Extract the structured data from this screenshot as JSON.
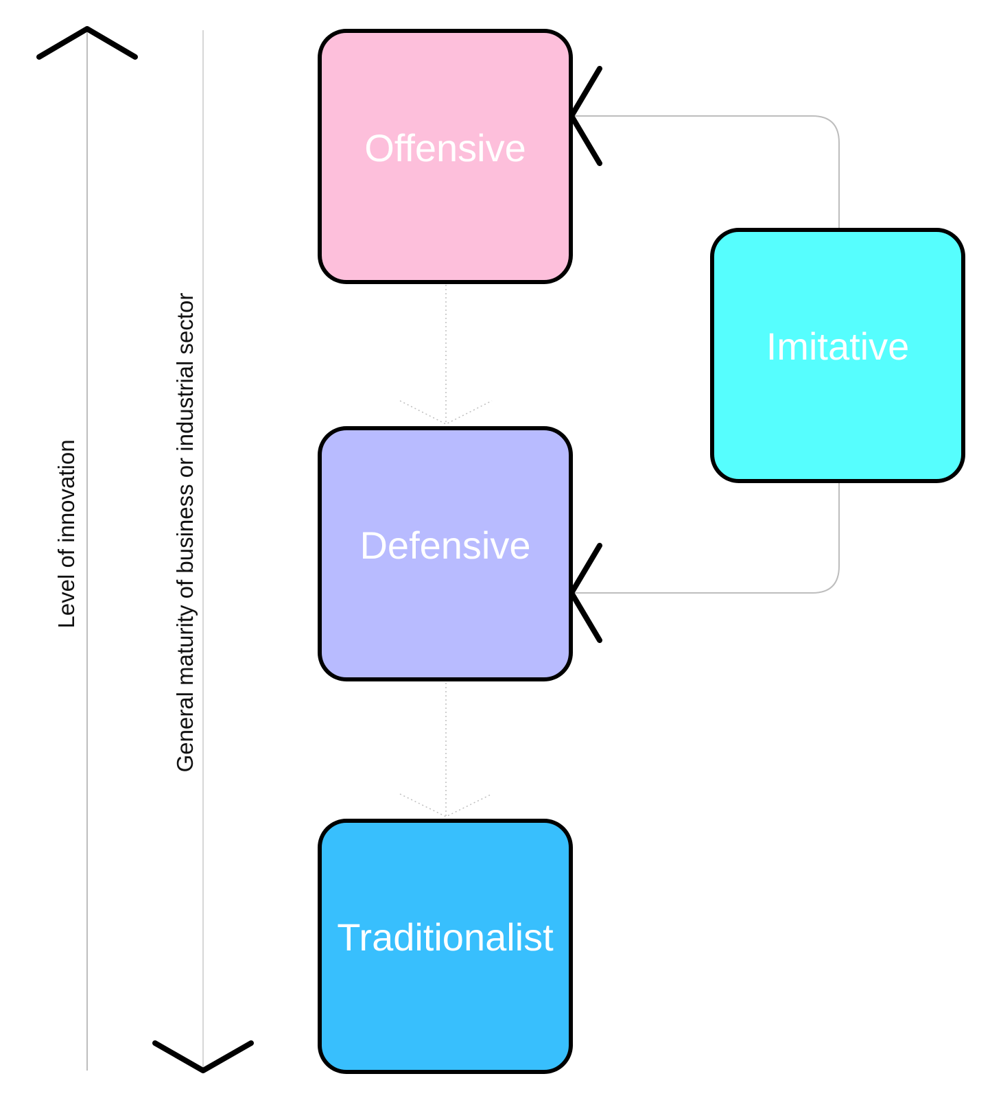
{
  "axes": {
    "innovation": {
      "label": "Level of innovation",
      "direction": "up"
    },
    "maturity": {
      "label": "General maturity of business or industrial sector",
      "direction": "down"
    }
  },
  "boxes": {
    "offensive": {
      "label": "Offensive",
      "color": "#fdbfdb"
    },
    "defensive": {
      "label": "Defensive",
      "color": "#b8bbff"
    },
    "traditionalist": {
      "label": "Traditionalist",
      "color": "#38bffd"
    },
    "imitative": {
      "label": "Imitative",
      "color": "#56fefe"
    }
  },
  "connections": [
    {
      "from": "offensive",
      "to": "defensive",
      "style": "dotted"
    },
    {
      "from": "defensive",
      "to": "traditionalist",
      "style": "dotted"
    },
    {
      "from": "imitative",
      "to": "offensive",
      "style": "solid"
    },
    {
      "from": "imitative",
      "to": "defensive",
      "style": "solid"
    }
  ]
}
